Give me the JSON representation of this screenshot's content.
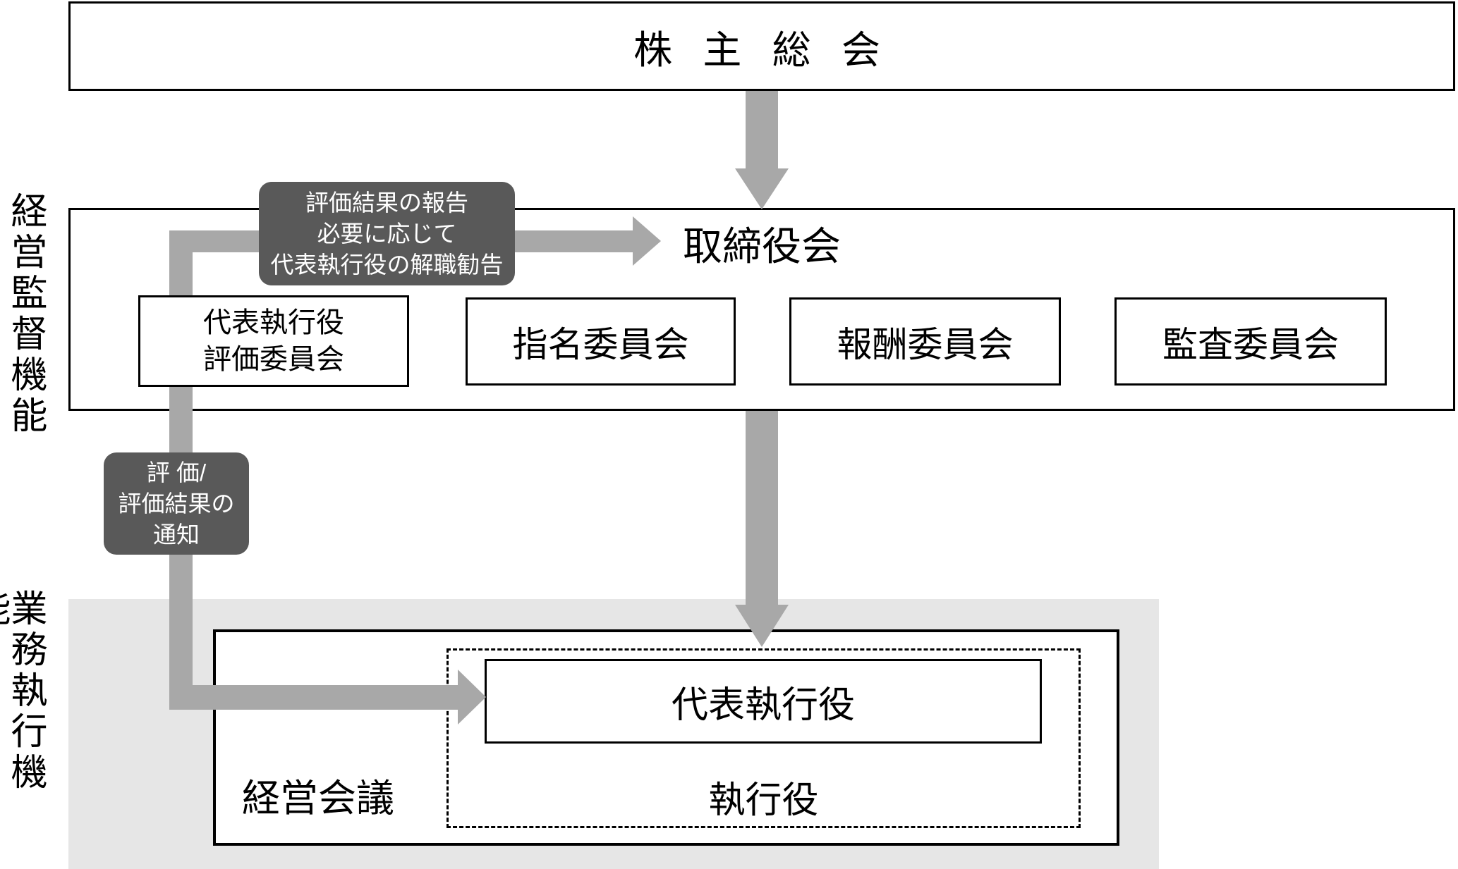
{
  "diagram": {
    "side_labels": {
      "supervision": "経営監督機能",
      "execution": "業務執行機能"
    },
    "shareholders_box": {
      "label": "株 主 総 会"
    },
    "board_box": {
      "label": "取締役会"
    },
    "committees": {
      "evaluation": {
        "line1": "代表執行役",
        "line2": "評価委員会"
      },
      "nomination": {
        "label": "指名委員会"
      },
      "compensation": {
        "label": "報酬委員会"
      },
      "audit": {
        "label": "監査委員会"
      }
    },
    "callouts": {
      "report": {
        "line1": "評価結果の報告",
        "line2": "必要に応じて",
        "line3": "代表執行役の解職勧告"
      },
      "evaluation": {
        "line1": "評 価/",
        "line2": "評価結果の",
        "line3": "通知"
      }
    },
    "execution_area": {
      "management_meeting_label": "経営会議",
      "representative_executive_label": "代表執行役",
      "executive_officers_label": "執行役"
    },
    "colors": {
      "arrow": "#a8a8a8",
      "callout_bg": "#595959",
      "callout_text": "#ffffff",
      "execution_bg": "#e6e6e6",
      "line": "#000000",
      "background": "#ffffff"
    }
  }
}
